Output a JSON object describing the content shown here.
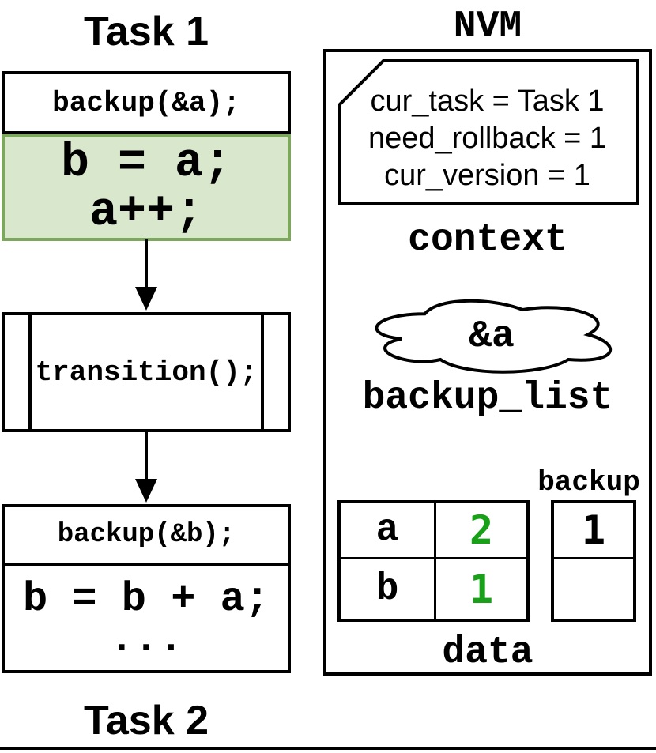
{
  "left_flow": {
    "task1_title": "Task 1",
    "block1": {
      "header_code": "backup(&a);",
      "highlight_lines": [
        "b = a;",
        "a++;"
      ]
    },
    "block2": {
      "code": "transition();"
    },
    "block3": {
      "header_code": "backup(&b);",
      "body_lines": [
        "b = b + a;",
        "..."
      ]
    },
    "task2_title": "Task 2"
  },
  "nvm": {
    "title": "NVM",
    "context_box": {
      "lines": [
        "cur_task = Task 1",
        "need_rollback = 1",
        "cur_version = 1"
      ],
      "label": "context"
    },
    "backup_list": {
      "content": "&a",
      "label": "backup_list"
    },
    "data_section": {
      "backup_column_label": "backup",
      "data_table": {
        "rows": [
          {
            "name": "a",
            "value": "2"
          },
          {
            "name": "b",
            "value": "1"
          }
        ]
      },
      "backup_table": {
        "cells": [
          "1",
          ""
        ]
      },
      "label": "data"
    }
  },
  "colors": {
    "highlight_fill": "#d9e7cd",
    "highlight_border": "#7da75c",
    "value_green": "#18a018",
    "ink": "#000000"
  }
}
